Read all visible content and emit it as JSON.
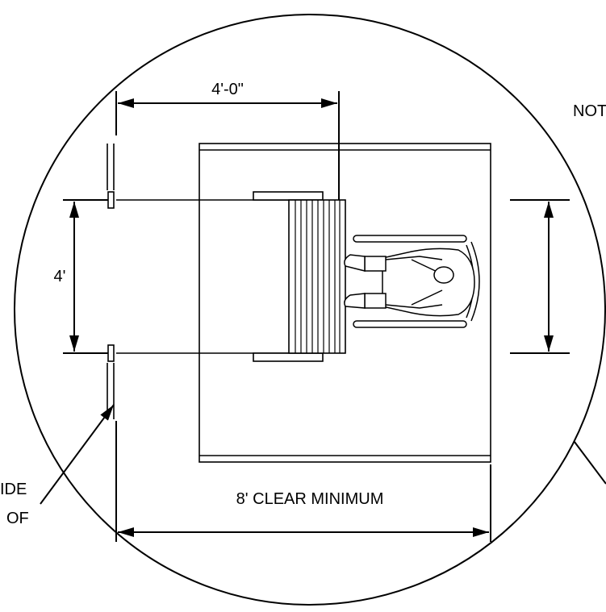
{
  "dimensions": {
    "top_width": "4'-0\"",
    "left_height": "4'",
    "bottom_clear": "8' CLEAR MINIMUM"
  },
  "notes": {
    "right_partial": "NOT",
    "left_partial_line1": "IDE",
    "left_partial_line2": "OF"
  },
  "colors": {
    "line": "#000000",
    "background": "#ffffff"
  }
}
